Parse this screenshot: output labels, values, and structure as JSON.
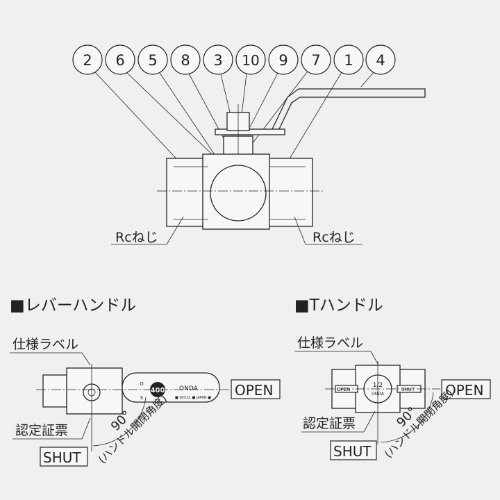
{
  "part_numbers": [
    "2",
    "6",
    "5",
    "8",
    "3",
    "10",
    "9",
    "7",
    "1",
    "4"
  ],
  "thread_label_left": "Rcねじ",
  "thread_label_right": "Rcねじ",
  "lever": {
    "title": "■レバーハンドル",
    "spec_label": "仕様ラベル",
    "cert_label": "認定証票",
    "open": "OPEN",
    "shut": "SHUT",
    "angle": "90°",
    "angle_note": "(ハンドル開閉角度)",
    "badge": "400",
    "brand": "ONDA",
    "marking": "■ W.O.G. ■ JAPAN ■",
    "small_o": "O",
    "small_s": "S"
  },
  "thandle": {
    "title": "■Tハンドル",
    "spec_label": "仕様ラベル",
    "cert_label": "認定証票",
    "open": "OPEN",
    "shut": "SHUT",
    "angle": "90°",
    "angle_note": "(ハンドル開閉角度)",
    "size": "1/2",
    "brand": "ONDA",
    "tag_open": "OPEN",
    "tag_shut": "SHUT"
  }
}
